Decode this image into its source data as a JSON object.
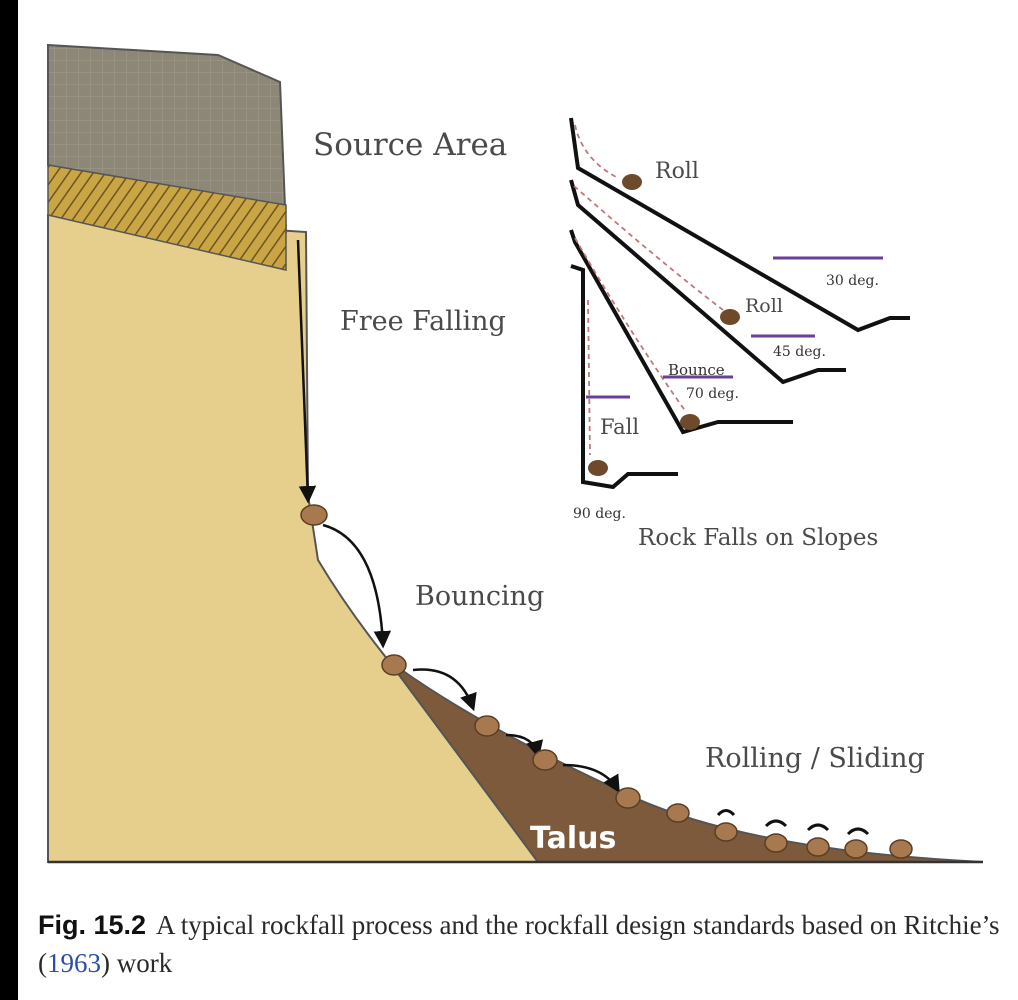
{
  "labels": {
    "source_area": "Source Area",
    "free_falling": "Free Falling",
    "bouncing": "Bouncing",
    "rolling_sliding": "Rolling / Sliding",
    "talus": "Talus"
  },
  "inset": {
    "title": "Rock Falls on Slopes",
    "roll_top": "Roll",
    "roll_mid": "Roll",
    "bounce": "Bounce",
    "fall": "Fall",
    "angle_30": "30 deg.",
    "angle_45": "45 deg.",
    "angle_70": "70 deg.",
    "angle_90": "90 deg."
  },
  "caption": {
    "fig_label": "Fig. 15.2",
    "text_before": "A typical rockfall process and the rockfall design standards based on Ritchie’s (",
    "year": "1963",
    "text_after": ") work"
  },
  "colors": {
    "sand": "#e6cf8c",
    "rock": "#8c8777",
    "talus": "#7d5a3c",
    "boulder": "#a8794e",
    "accent_line": "#6a3f9a",
    "dashed_path": "#c07878"
  }
}
